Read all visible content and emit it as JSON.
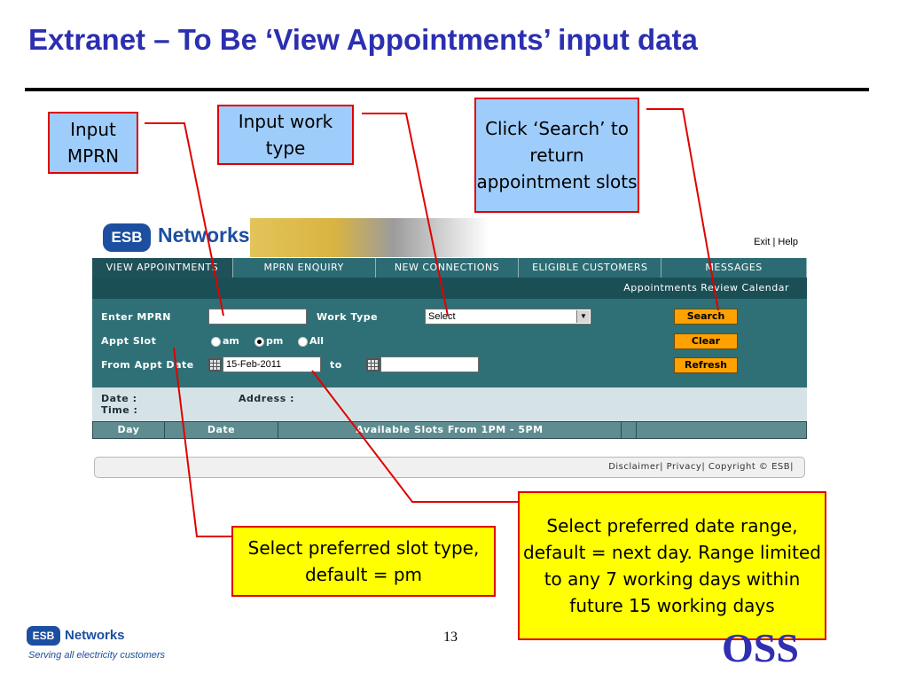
{
  "slide": {
    "title": "Extranet – To Be ‘View Appointments’ input data",
    "page_number": "13",
    "bottom_logo_mark": "ESB",
    "bottom_logo_text": "Networks",
    "tagline": "Serving all electricity customers",
    "oss_logo": "OSS"
  },
  "callouts": {
    "mprn": "Input MPRN",
    "work_type": "Input work type",
    "search": "Click ‘Search’ to return appointment slots",
    "slot": "Select preferred slot type, default = pm",
    "date_range": "Select preferred date range, default = next day. Range limited to any 7 working days within future 15 working days"
  },
  "app": {
    "logo_mark": "ESB",
    "logo_text": "Networks",
    "exit_help": "Exit  | Help",
    "tabs": [
      {
        "label": "VIEW APPOINTMENTS",
        "active": true
      },
      {
        "label": "MPRN ENQUIRY",
        "active": false
      },
      {
        "label": "NEW CONNECTIONS",
        "active": false
      },
      {
        "label": "ELIGIBLE CUSTOMERS",
        "active": false
      },
      {
        "label": "MESSAGES",
        "active": false
      }
    ],
    "subbar": "Appointments Review Calendar",
    "form": {
      "mprn_label": "Enter MPRN",
      "mprn_value": "",
      "work_type_label": "Work Type",
      "work_type_value": "Select",
      "appt_slot_label": "Appt Slot",
      "slot_options": [
        "am",
        "pm",
        "All"
      ],
      "slot_selected": "pm",
      "from_date_label": "From Appt Date",
      "from_date_value": "15-Feb-2011",
      "to_label": "to",
      "to_date_value": "",
      "search_label": "Search",
      "clear_label": "Clear",
      "refresh_label": "Refresh"
    },
    "info": {
      "date_label": "Date :",
      "time_label": "Time :",
      "address_label": "Address :"
    },
    "grid_headers": [
      "Day",
      "Date",
      "Available Slots From 1PM - 5PM"
    ],
    "footer": "Disclaimer|  Privacy|  Copyright © ESB|"
  }
}
